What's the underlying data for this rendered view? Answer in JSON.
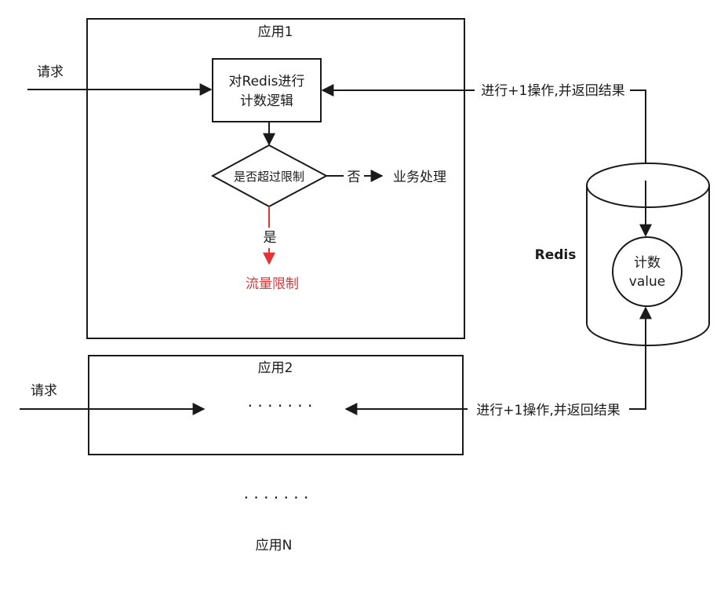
{
  "app1": {
    "title": "应用1",
    "request": "请求",
    "process_line1": "对Redis进行",
    "process_line2": "计数逻辑",
    "decision": "是否超过限制",
    "no_label": "否",
    "no_target": "业务处理",
    "yes_label": "是",
    "yes_target": "流量限制",
    "redis_op": "进行+1操作,并返回结果"
  },
  "app2": {
    "title": "应用2",
    "request": "请求",
    "ellipsis": "· · · · · · ·",
    "redis_op": "进行+1操作,并返回结果"
  },
  "appN": {
    "ellipsis": "· · · · · · ·",
    "title": "应用N"
  },
  "redis": {
    "label": "Redis",
    "counter_line1": "计数",
    "counter_line2": "value"
  },
  "colors": {
    "stroke": "#1a1a1a",
    "alert": "#e53333"
  }
}
